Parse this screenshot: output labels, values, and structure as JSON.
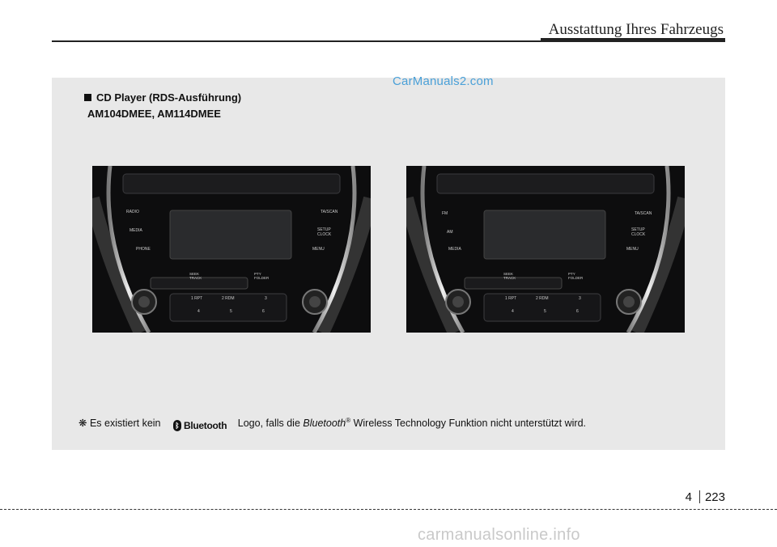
{
  "header": {
    "title": "Ausstattung Ihres Fahrzeugs"
  },
  "watermark": {
    "top": "CarManuals2.com",
    "bottom": "carmanualsonline.info"
  },
  "section": {
    "heading": "CD Player (RDS-Ausführung)",
    "models": "AM104DMEE, AM114DMEE"
  },
  "radio_left": {
    "left_buttons": [
      "RADIO",
      "MEDIA",
      "PHONE"
    ],
    "right_buttons": [
      "TA/SCAN",
      "SETUP CLOCK",
      "MENU"
    ],
    "seek": "SEEK TRACK",
    "pty": "PTY FOLDER",
    "presets": [
      "1 RPT",
      "2 RDM",
      "3",
      "4",
      "5",
      "6"
    ]
  },
  "radio_right": {
    "left_buttons": [
      "FM",
      "AM",
      "MEDIA"
    ],
    "right_buttons": [
      "TA/SCAN",
      "SETUP CLOCK",
      "MENU"
    ],
    "seek": "SEEK TRACK",
    "pty": "PTY FOLDER",
    "presets": [
      "1 RPT",
      "2 RDM",
      "3",
      "4",
      "5",
      "6"
    ]
  },
  "note": {
    "symbol": "❋",
    "before": "Es existiert kein",
    "logo_word": "Bluetooth",
    "middle": "Logo, falls die",
    "bt_italic": "Bluetooth",
    "reg": "®",
    "after": "Wireless Technology Funktion nicht unterstützt wird."
  },
  "page": {
    "chapter": "4",
    "number": "223"
  }
}
